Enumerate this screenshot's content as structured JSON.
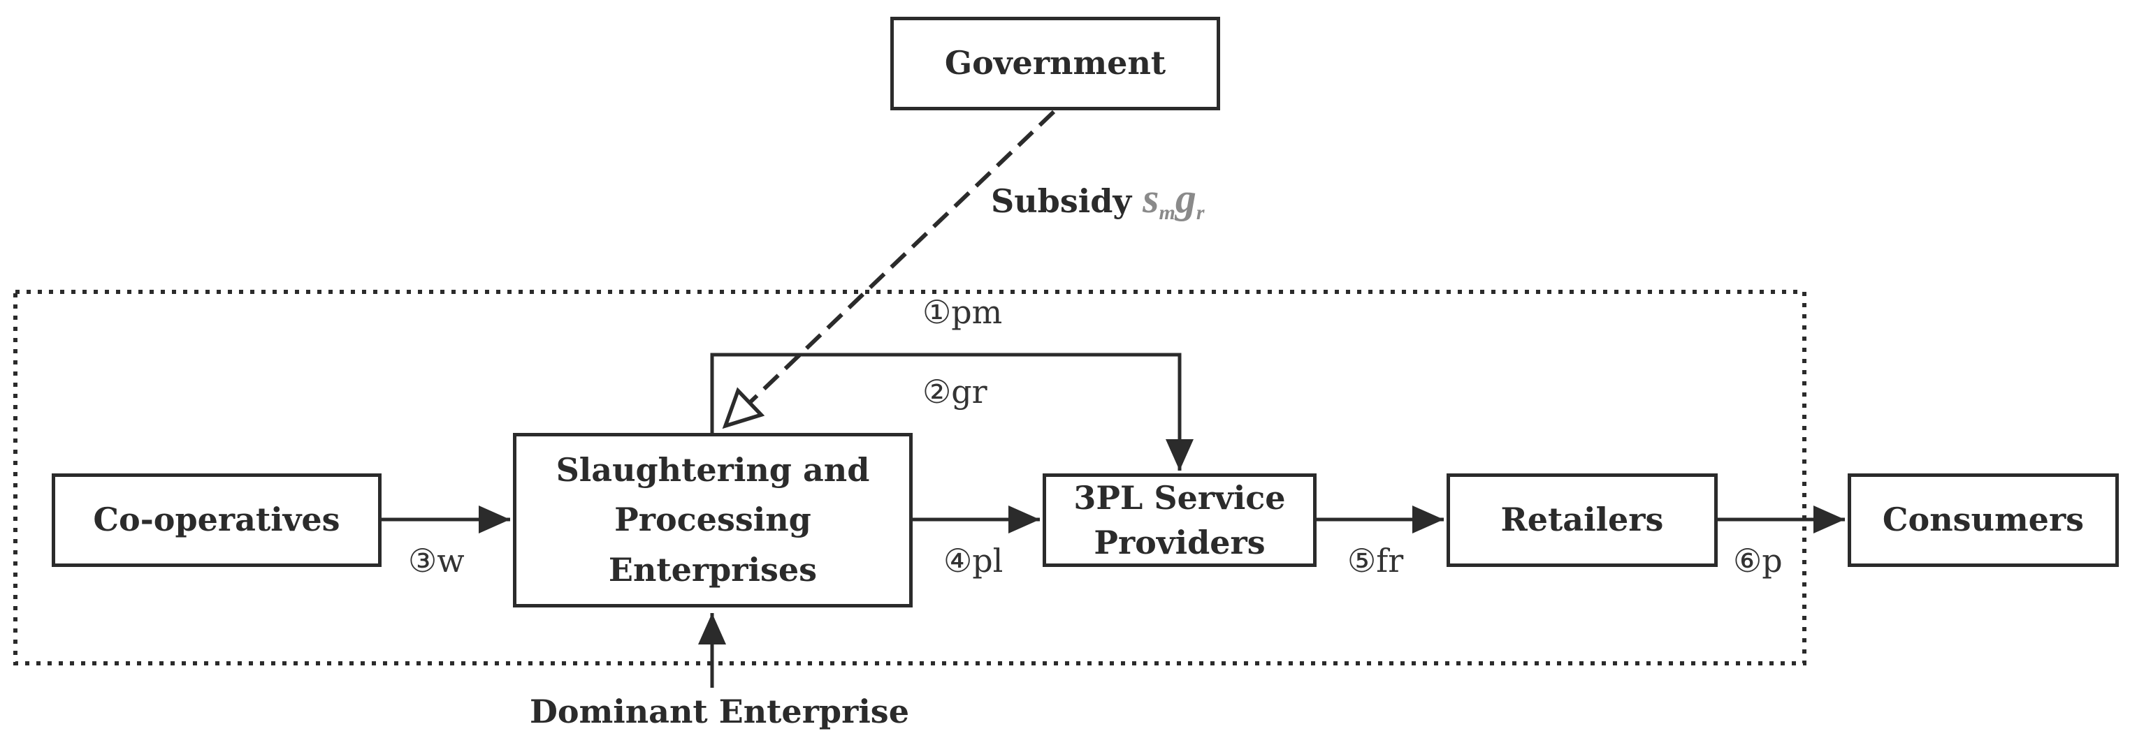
{
  "nodes": {
    "government": "Government",
    "slaughtering": [
      "Slaughtering and",
      "Processing",
      "Enterprises"
    ],
    "cooperatives": "Co-operatives",
    "threepl": [
      "3PL Service",
      "Providers"
    ],
    "retailers": "Retailers",
    "consumers": "Consumers"
  },
  "labels": {
    "subsidy": "Subsidy",
    "subsidy_sym_s": "s",
    "subsidy_sym_s_sub": "m",
    "subsidy_sym_g": "g",
    "subsidy_sym_g_sub": "r",
    "pm": "①pm",
    "gr": "②gr",
    "w": "③w",
    "pl": "④pl",
    "fr": "⑤fr",
    "p": "⑥p",
    "dominant": "Dominant Enterprise"
  },
  "colors": {
    "line": "#2b2b2b",
    "symbol": "#8a8a8a"
  }
}
